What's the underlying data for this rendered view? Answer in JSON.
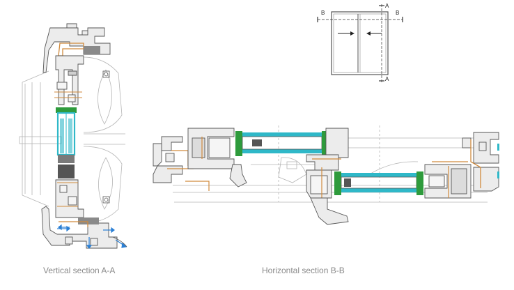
{
  "captions": {
    "vertical": "Vertical section A-A",
    "horizontal": "Horizontal section B-B"
  },
  "key_plan": {
    "markers": [
      "B",
      "A",
      "B",
      "A"
    ]
  },
  "colors": {
    "profile": "#555555",
    "profile_fill": "#e8e8e8",
    "thermal_break": "#d08a3c",
    "glass": "#2fb8c8",
    "gasket": "#2e9b3c",
    "insulation": "#888888",
    "ghost": "#b5b5b5",
    "arrow_blue": "#2a7fd4"
  }
}
